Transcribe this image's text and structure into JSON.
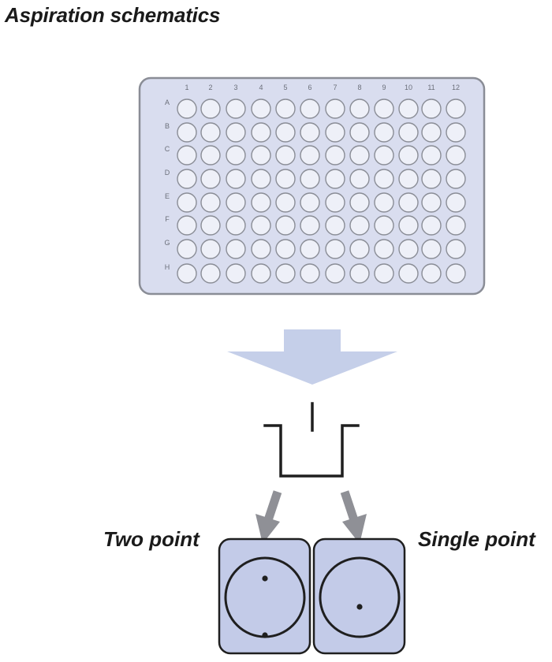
{
  "title": "Aspiration schematics",
  "plate": {
    "columns": [
      "1",
      "2",
      "3",
      "4",
      "5",
      "6",
      "7",
      "8",
      "9",
      "10",
      "11",
      "12"
    ],
    "rows": [
      "A",
      "B",
      "C",
      "D",
      "E",
      "F",
      "G",
      "H"
    ]
  },
  "labels": {
    "two_point": "Two point",
    "single_point": "Single point"
  },
  "colors": {
    "plate_fill": "#d9ddef",
    "plate_border": "#8a8d96",
    "well_fill": "#eef0f8",
    "arrow_blue": "#c5cfe9",
    "arrow_grey": "#8f9096",
    "well_view_fill": "#c3cbe8",
    "ink": "#1f1f1f"
  }
}
